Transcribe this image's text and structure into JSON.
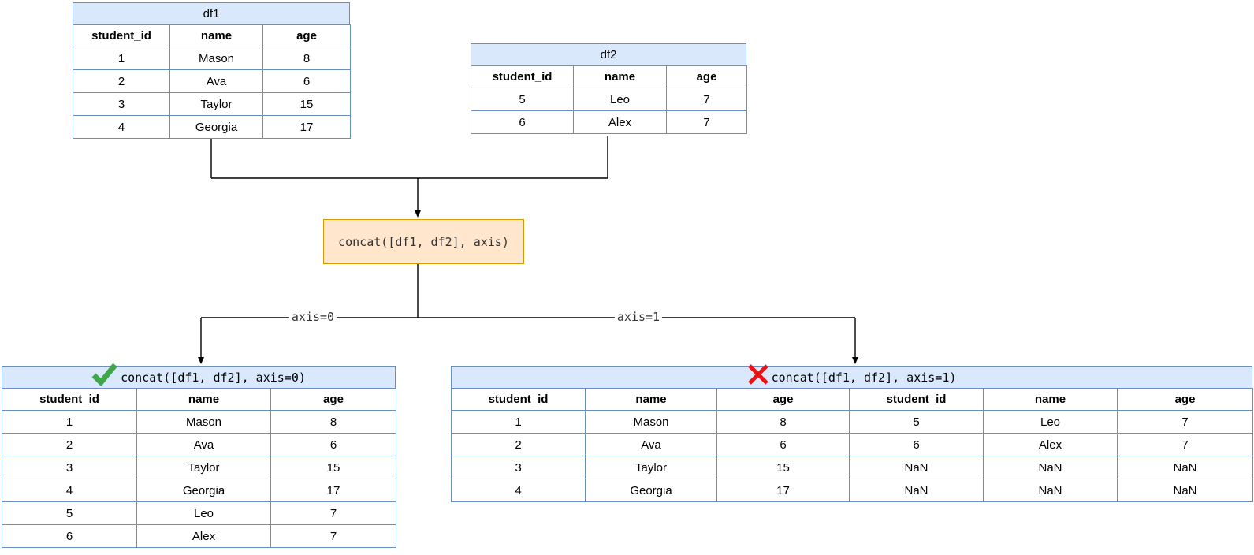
{
  "diagram": {
    "source_tables": {
      "df1": {
        "title": "df1",
        "headers": [
          "student_id",
          "name",
          "age"
        ],
        "rows": [
          [
            "1",
            "Mason",
            "8"
          ],
          [
            "2",
            "Ava",
            "6"
          ],
          [
            "3",
            "Taylor",
            "15"
          ],
          [
            "4",
            "Georgia",
            "17"
          ]
        ]
      },
      "df2": {
        "title": "df2",
        "headers": [
          "student_id",
          "name",
          "age"
        ],
        "rows": [
          [
            "5",
            "Leo",
            "7"
          ],
          [
            "6",
            "Alex",
            "7"
          ]
        ]
      }
    },
    "operation": {
      "label": "concat([df1, df2], axis)"
    },
    "branches": {
      "left_label": "axis=0",
      "right_label": "axis=1"
    },
    "results": {
      "axis0": {
        "title": "concat([df1, df2], axis=0)",
        "status_icon": "check-icon",
        "headers": [
          "student_id",
          "name",
          "age"
        ],
        "rows": [
          [
            "1",
            "Mason",
            "8"
          ],
          [
            "2",
            "Ava",
            "6"
          ],
          [
            "3",
            "Taylor",
            "15"
          ],
          [
            "4",
            "Georgia",
            "17"
          ],
          [
            "5",
            "Leo",
            "7"
          ],
          [
            "6",
            "Alex",
            "7"
          ]
        ]
      },
      "axis1": {
        "title": "concat([df1, df2], axis=1)",
        "status_icon": "cross-icon",
        "headers": [
          "student_id",
          "name",
          "age",
          "student_id",
          "name",
          "age"
        ],
        "rows": [
          [
            "1",
            "Mason",
            "8",
            "5",
            "Leo",
            "7"
          ],
          [
            "2",
            "Ava",
            "6",
            "6",
            "Alex",
            "7"
          ],
          [
            "3",
            "Taylor",
            "15",
            "NaN",
            "NaN",
            "NaN"
          ],
          [
            "4",
            "Georgia",
            "17",
            "NaN",
            "NaN",
            "NaN"
          ]
        ]
      }
    },
    "colors": {
      "table_header_fill": "#dae8fc",
      "table_border": "#6c8ebf",
      "operation_fill": "#ffe6cc",
      "operation_border": "#d79b00",
      "check_green": "#3fa64a",
      "cross_red": "#ee1111",
      "line": "#000000"
    }
  }
}
